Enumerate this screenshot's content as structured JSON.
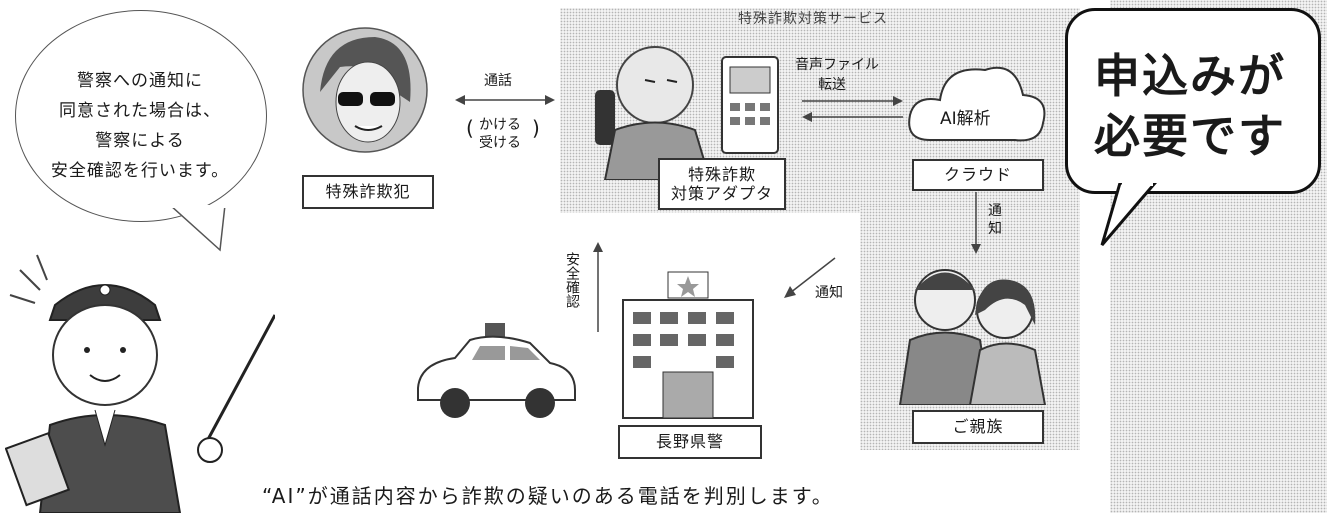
{
  "service_title": "特殊詐欺対策サービス",
  "bubble": {
    "lines": [
      "警察への通知に",
      "同意された場合は、",
      "警察による",
      "安全確認を行います。"
    ]
  },
  "callout": {
    "lines": [
      "申込みが",
      "必要です"
    ]
  },
  "nodes": {
    "criminal": "特殊詐欺犯",
    "adapter": [
      "特殊詐欺",
      "対策アダプタ"
    ],
    "cloud": "クラウド",
    "cloud_inner": "AI解析",
    "family": "ご親族",
    "police": "長野県警"
  },
  "arrows": {
    "call": "通話",
    "call_detail": [
      "かける",
      "受ける"
    ],
    "transfer": [
      "音声ファイル",
      "転送"
    ],
    "notify_down": [
      "通",
      "知"
    ],
    "notify_diag": "通知",
    "safety": "安全確認"
  },
  "caption": "“AI”が通話内容から詐欺の疑いのある電話を判別します。"
}
